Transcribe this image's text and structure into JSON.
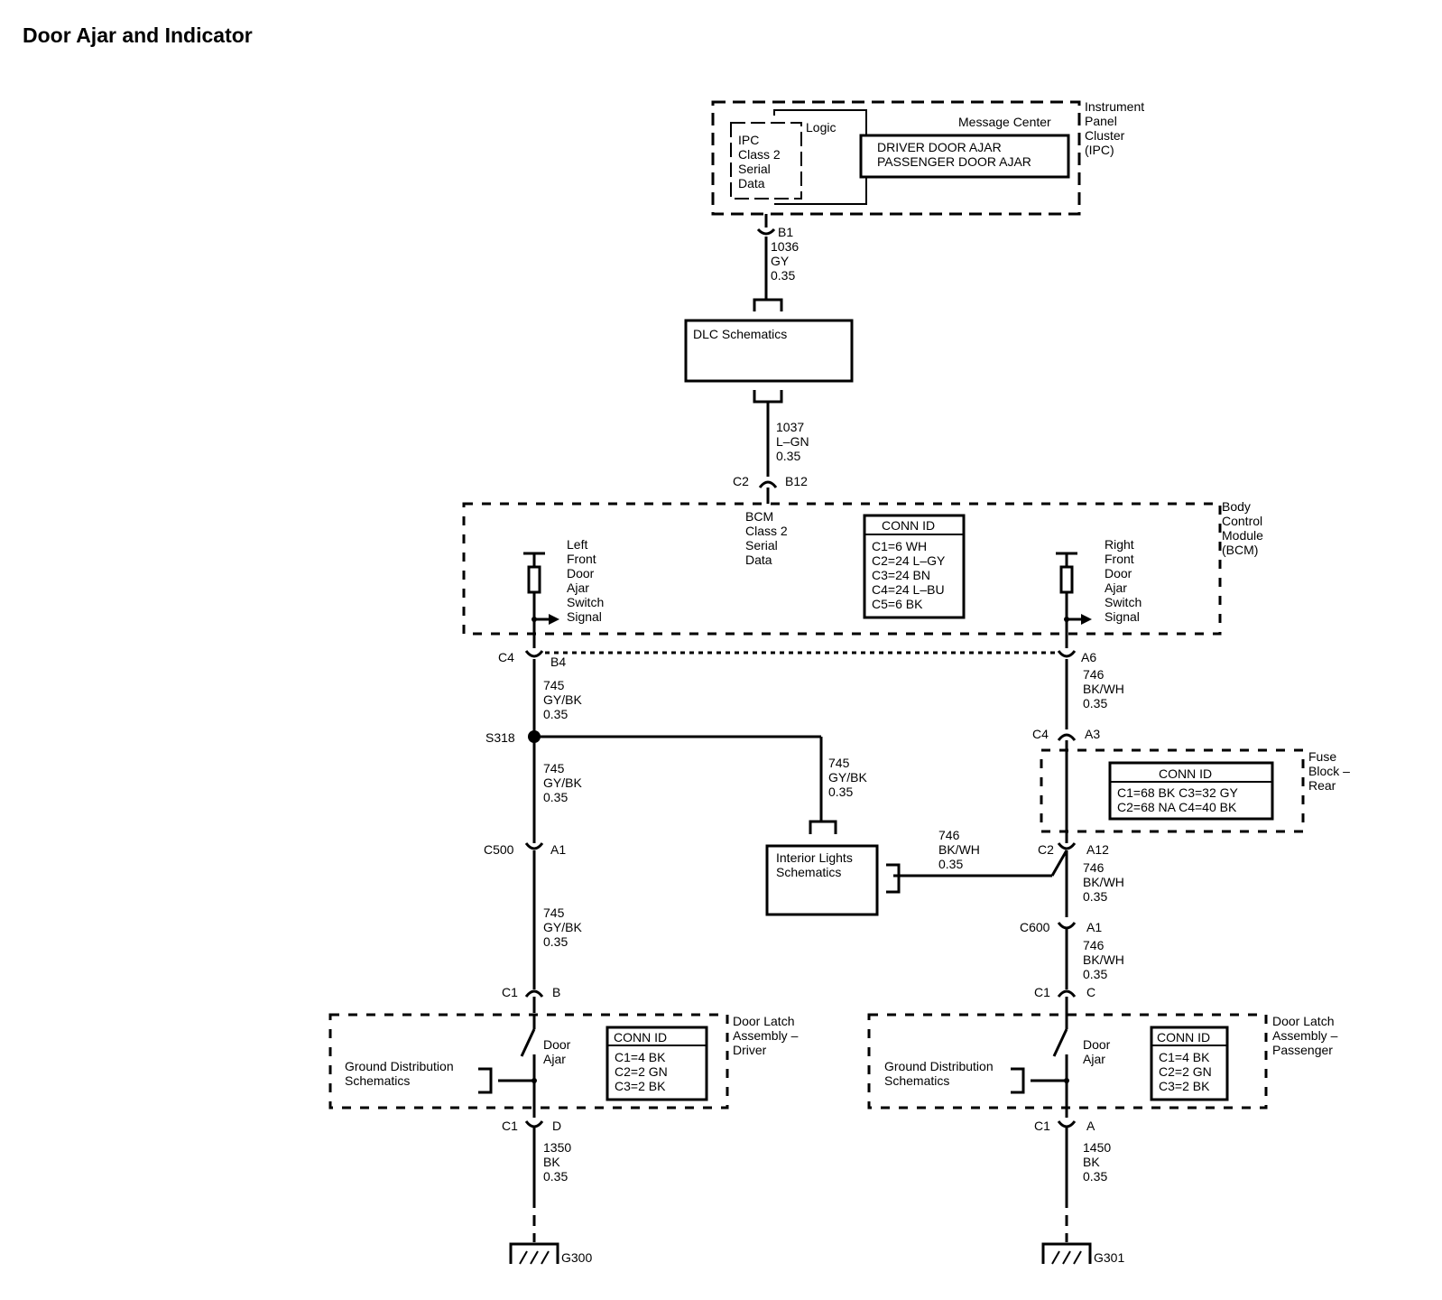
{
  "title": "Door Ajar and Indicator",
  "ipc": {
    "module_name": [
      "Instrument",
      "Panel",
      "Cluster",
      "(IPC)"
    ],
    "logic_label": "Logic",
    "serial_data": [
      "IPC",
      "Class 2",
      "Serial",
      "Data"
    ],
    "message_center_label": "Message Center",
    "messages": [
      "DRIVER DOOR AJAR",
      "PASSENGER DOOR AJAR"
    ]
  },
  "wire_ipc_dlc": {
    "pin": "B1",
    "circuit": "1036",
    "color": "GY",
    "size": "0.35"
  },
  "dlc": {
    "label": "DLC Schematics"
  },
  "wire_dlc_bcm": {
    "circuit": "1037",
    "color": "L–GN",
    "size": "0.35",
    "connector": "C2",
    "pin": "B12"
  },
  "bcm": {
    "module_name": [
      "Body",
      "Control",
      "Module",
      "(BCM)"
    ],
    "serial_data": [
      "BCM",
      "Class 2",
      "Serial",
      "Data"
    ],
    "conn_id_title": "CONN ID",
    "conn_id": [
      "C1=6 WH",
      "C2=24 L–GY",
      "C3=24 BN",
      "C4=24 L–BU",
      "C5=6 BK"
    ],
    "left_signal": [
      "Left",
      "Front",
      "Door",
      "Ajar",
      "Switch",
      "Signal"
    ],
    "right_signal": [
      "Right",
      "Front",
      "Door",
      "Ajar",
      "Switch",
      "Signal"
    ],
    "left_conn": {
      "connector": "C4",
      "pin": "B4"
    },
    "right_conn": {
      "pin": "A6"
    }
  },
  "left_branch": {
    "wire1": {
      "circuit": "745",
      "color": "GY/BK",
      "size": "0.35"
    },
    "splice": "S318",
    "wire2": {
      "circuit": "745",
      "color": "GY/BK",
      "size": "0.35"
    },
    "interior_wire": {
      "circuit": "745",
      "color": "GY/BK",
      "size": "0.35"
    },
    "c500": {
      "connector": "C500",
      "pin": "A1"
    },
    "wire3": {
      "circuit": "745",
      "color": "GY/BK",
      "size": "0.35"
    },
    "latch_top": {
      "connector": "C1",
      "pin": "B"
    },
    "latch_bottom": {
      "connector": "C1",
      "pin": "D"
    },
    "ground_wire": {
      "circuit": "1350",
      "color": "BK",
      "size": "0.35"
    },
    "ground": "G300"
  },
  "right_branch": {
    "wire1": {
      "circuit": "746",
      "color": "BK/WH",
      "size": "0.35"
    },
    "fuse_conn": {
      "connector": "C4",
      "pin": "A3"
    },
    "fuse_block_name": [
      "Fuse",
      "Block –",
      "Rear"
    ],
    "fuse_conn_id_title": "CONN ID",
    "fuse_conn_id": [
      "C1=68 BK  C3=32 GY",
      "C2=68 NA  C4=40 BK"
    ],
    "c2": {
      "connector": "C2",
      "pin": "A12"
    },
    "interior_wire": {
      "circuit": "746",
      "color": "BK/WH",
      "size": "0.35"
    },
    "wire2": {
      "circuit": "746",
      "color": "BK/WH",
      "size": "0.35"
    },
    "c600": {
      "connector": "C600",
      "pin": "A1"
    },
    "wire3": {
      "circuit": "746",
      "color": "BK/WH",
      "size": "0.35"
    },
    "latch_top": {
      "connector": "C1",
      "pin": "C"
    },
    "latch_bottom": {
      "connector": "C1",
      "pin": "A"
    },
    "ground_wire": {
      "circuit": "1450",
      "color": "BK",
      "size": "0.35"
    },
    "ground": "G301"
  },
  "interior_lights": {
    "label": [
      "Interior Lights",
      "Schematics"
    ]
  },
  "latch_driver": {
    "name": [
      "Door Latch",
      "Assembly –",
      "Driver"
    ],
    "switch_label": [
      "Door",
      "Ajar"
    ],
    "ground_dist": [
      "Ground Distribution",
      "Schematics"
    ],
    "conn_id_title": "CONN ID",
    "conn_id": [
      "C1=4 BK",
      "C2=2 GN",
      "C3=2 BK"
    ]
  },
  "latch_passenger": {
    "name": [
      "Door Latch",
      "Assembly –",
      "Passenger"
    ],
    "switch_label": [
      "Door",
      "Ajar"
    ],
    "ground_dist": [
      "Ground Distribution",
      "Schematics"
    ],
    "conn_id_title": "CONN ID",
    "conn_id": [
      "C1=4 BK",
      "C2=2 GN",
      "C3=2 BK"
    ]
  }
}
